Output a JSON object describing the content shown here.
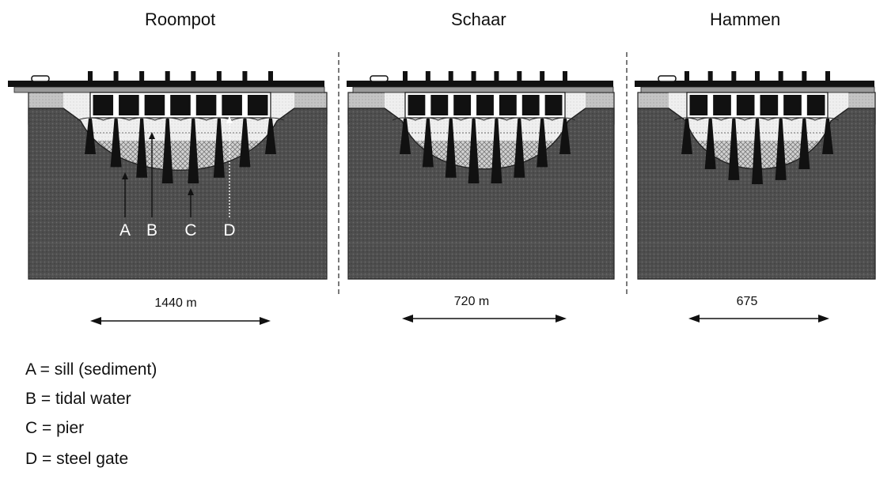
{
  "sections": [
    {
      "name": "Roompot",
      "width_label": "1440 m",
      "gates": 7
    },
    {
      "name": "Schaar",
      "width_label": "720 m",
      "gates": 7
    },
    {
      "name": "Hammen",
      "width_label": "675",
      "gates": 6
    }
  ],
  "markers": [
    "A",
    "B",
    "C",
    "D"
  ],
  "legend": [
    "A = sill (sediment)",
    "B = tidal water",
    "C = pier",
    "D = steel gate"
  ]
}
